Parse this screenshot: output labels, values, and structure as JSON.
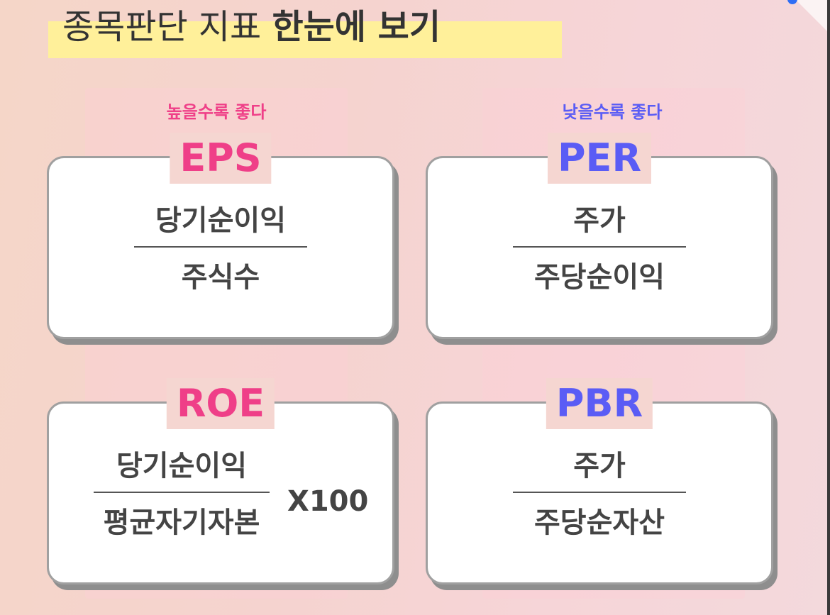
{
  "header": {
    "title_regular": "종목판단 지표 ",
    "title_bold": "한눈에 보기"
  },
  "groups": {
    "left": {
      "tagline": "높을수록 좋다"
    },
    "right": {
      "tagline": "낮을수록 좋다"
    }
  },
  "cards": {
    "eps": {
      "label": "EPS",
      "numerator": "당기순이익",
      "denominator": "주식수"
    },
    "per": {
      "label": "PER",
      "numerator": "주가",
      "denominator": "주당순이익"
    },
    "roe": {
      "label": "ROE",
      "numerator": "당기순이익",
      "denominator": "평균자기자본",
      "multiplier": "X100"
    },
    "pbr": {
      "label": "PBR",
      "numerator": "주가",
      "denominator": "주당순자산"
    }
  },
  "colors": {
    "high_good": "#ef3f88",
    "low_good": "#5a5cf5",
    "highlight": "#fff09a",
    "card_border": "#a0a0a0",
    "text": "#444444"
  }
}
